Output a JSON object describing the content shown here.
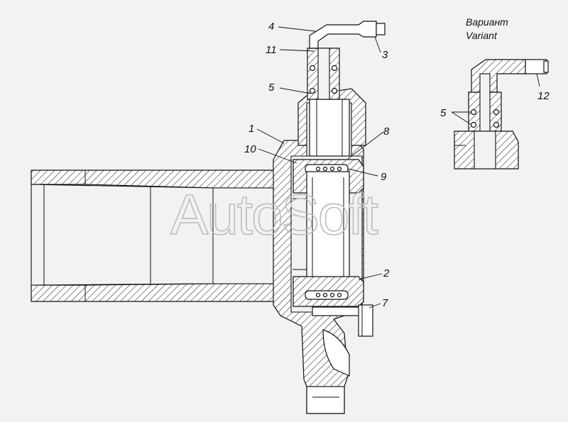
{
  "watermark": "AutoSoft",
  "variant": {
    "title_ru": "Вариант",
    "title_en": "Variant"
  },
  "callouts": {
    "c1": "1",
    "c2": "2",
    "c3": "3",
    "c4": "4",
    "c5": "5",
    "c7": "7",
    "c8": "8",
    "c9": "9",
    "c10": "10",
    "c11": "11",
    "v5": "5",
    "v12": "12"
  }
}
